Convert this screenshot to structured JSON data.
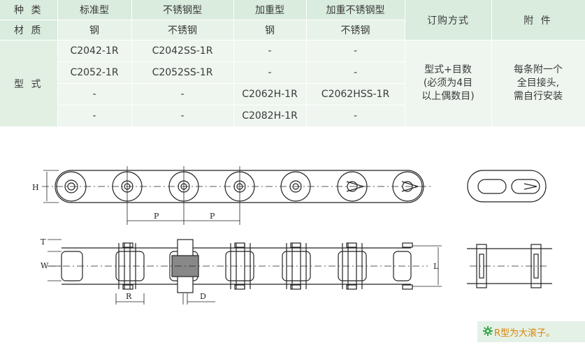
{
  "table": {
    "header_row1": [
      "种 类",
      "标准型",
      "不锈钢型",
      "加重型",
      "加重不锈钢型"
    ],
    "header_row2": [
      "材 质",
      "钢",
      "不锈钢",
      "钢",
      "不锈钢"
    ],
    "order_header": "订购方式",
    "attachment_header": "附 件",
    "type_label": "型 式",
    "rows": [
      [
        "C2042-1R",
        "C2042SS-1R",
        "-",
        "-"
      ],
      [
        "C2052-1R",
        "C2052SS-1R",
        "-",
        "-"
      ],
      [
        "-",
        "-",
        "C2062H-1R",
        "C2062HSS-1R"
      ],
      [
        "-",
        "-",
        "C2082H-1R",
        "-"
      ]
    ],
    "order_text": [
      "型式+目数",
      "(必须为4目",
      "以上偶数目)"
    ],
    "attachment_text": [
      "每条附一个",
      "全目接头,",
      "需自行安装"
    ]
  },
  "diagram": {
    "labels": {
      "H": "H",
      "P1": "P",
      "P2": "P",
      "T": "T",
      "W": "W",
      "R": "R",
      "D": "D",
      "L": "L"
    }
  },
  "note": {
    "icon": "gear-icon",
    "text": "R型为大滚子。"
  },
  "colors": {
    "header_bg": "#d9ecdd",
    "body_bg": "#eef6ef",
    "note_text": "#d9850a"
  }
}
